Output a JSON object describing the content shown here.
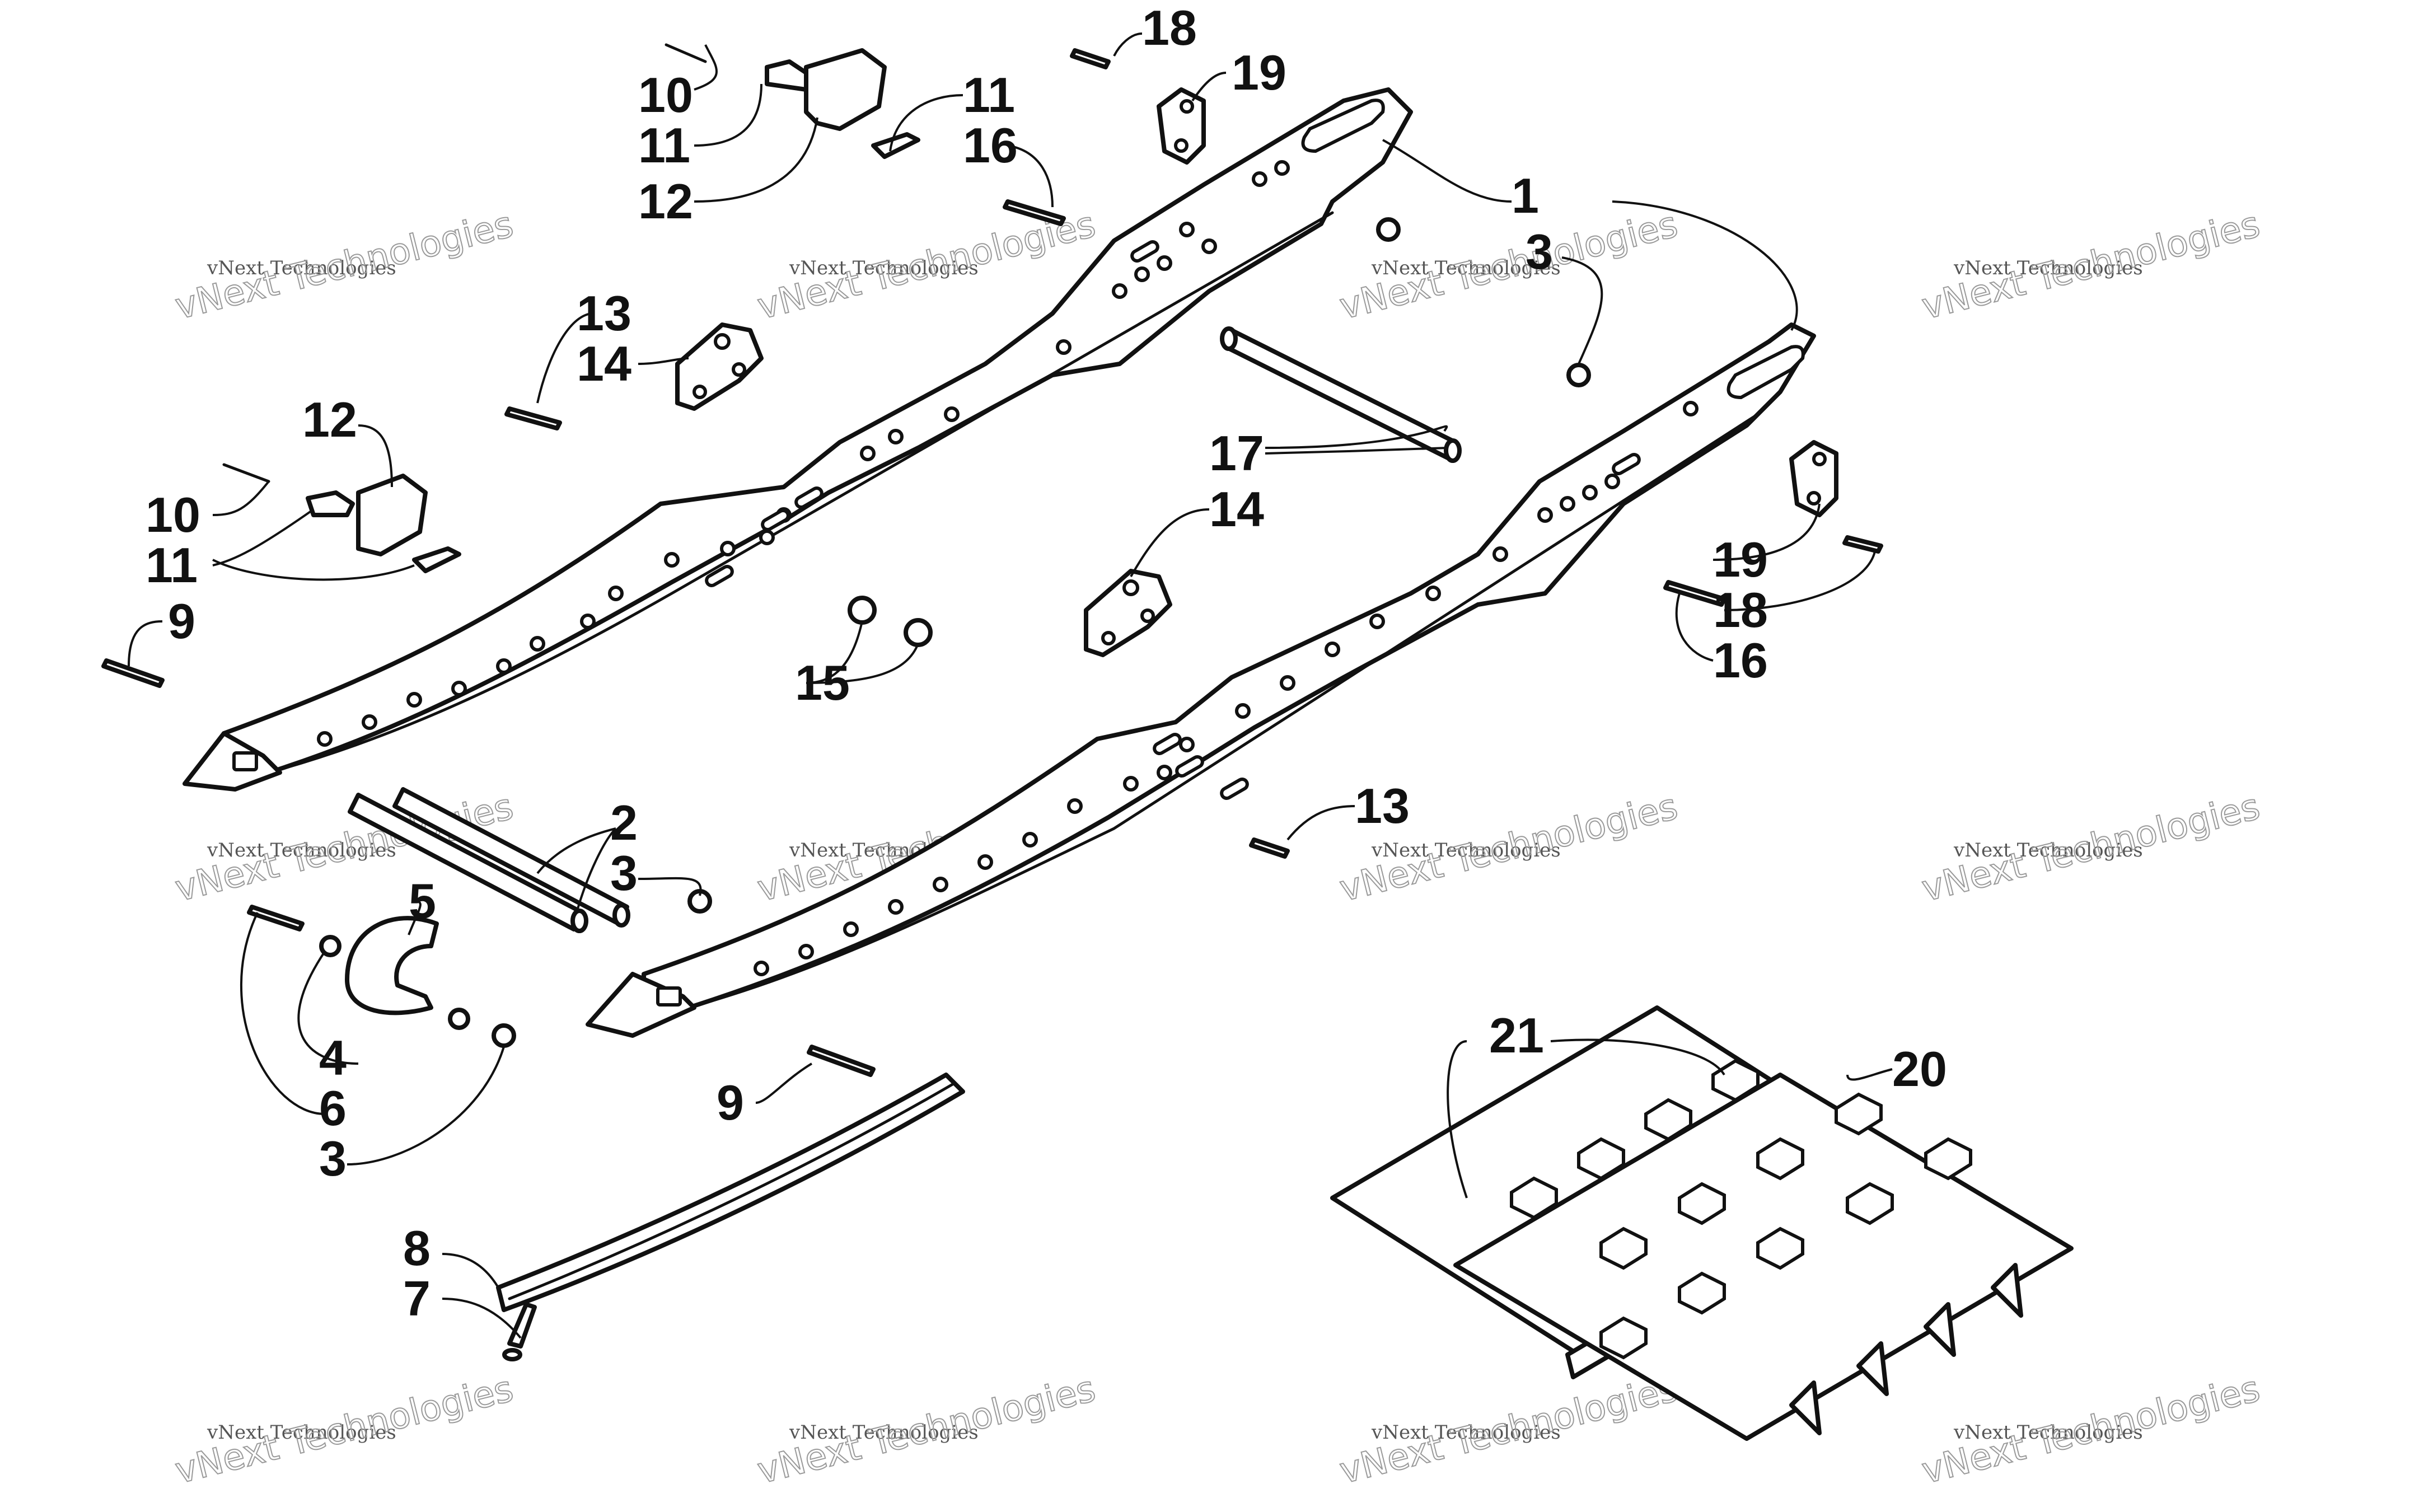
{
  "callouts": [
    {
      "label": "1",
      "part": "rail"
    },
    {
      "label": "2",
      "part": "cross-shaft"
    },
    {
      "label": "3",
      "part": "lock-nut"
    },
    {
      "label": "4",
      "part": "washer"
    },
    {
      "label": "5",
      "part": "idler-wheel"
    },
    {
      "label": "6",
      "part": "bolt"
    },
    {
      "label": "7",
      "part": "screw"
    },
    {
      "label": "8",
      "part": "slide"
    },
    {
      "label": "9",
      "part": "bolt"
    },
    {
      "label": "10",
      "part": "pin"
    },
    {
      "label": "11",
      "part": "clip"
    },
    {
      "label": "12",
      "part": "bumper"
    },
    {
      "label": "13",
      "part": "bolt"
    },
    {
      "label": "14",
      "part": "bracket"
    },
    {
      "label": "15",
      "part": "bushing"
    },
    {
      "label": "16",
      "part": "bolt"
    },
    {
      "label": "17",
      "part": "cross-shaft"
    },
    {
      "label": "18",
      "part": "bolt"
    },
    {
      "label": "19",
      "part": "adjuster-block"
    },
    {
      "label": "20",
      "part": "track"
    },
    {
      "label": "21",
      "part": "clip"
    }
  ],
  "watermark": {
    "line1": "vNext Technologies",
    "line2": "vNext Technologies"
  },
  "colors": {
    "ink": "#111111",
    "paper": "#ffffff",
    "watermark": "#9a9a9a"
  }
}
